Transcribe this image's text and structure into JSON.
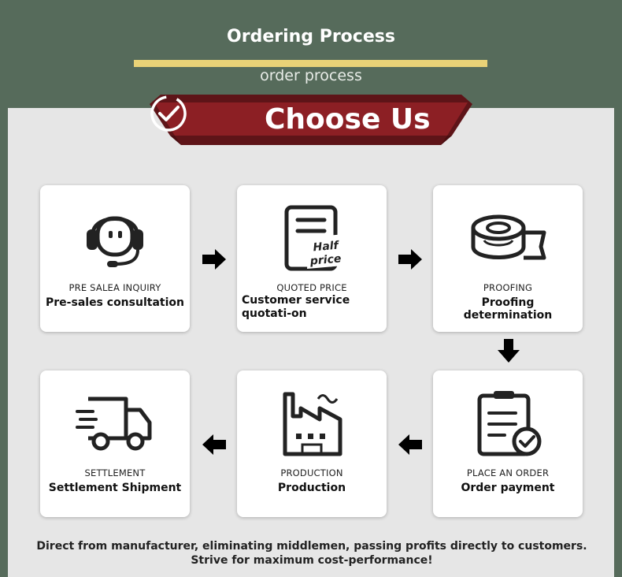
{
  "header": {
    "title": "Ordering Process",
    "subtitle": "order process",
    "accent_color": "#e9d277",
    "background_color": "#566b5b"
  },
  "banner": {
    "title": "Choose Us",
    "icon": "check-circle-icon",
    "color": "#8c1f24"
  },
  "steps": [
    {
      "sub": "PRE SALEA INQUIRY",
      "main": "Pre-sales consultation",
      "icon": "headset-icon"
    },
    {
      "sub": "QUOTED PRICE",
      "main": "Customer service quotati-on",
      "icon": "quote-document-icon",
      "badge": "Half price"
    },
    {
      "sub": "PROOFING",
      "main": "Proofing determination",
      "icon": "tape-roll-icon"
    },
    {
      "sub": "PLACE AN ORDER",
      "main": "Order payment",
      "icon": "clipboard-check-icon"
    },
    {
      "sub": "PRODUCTION",
      "main": "Production",
      "icon": "factory-icon"
    },
    {
      "sub": "SETTLEMENT",
      "main": "Settlement Shipment",
      "icon": "delivery-truck-icon"
    }
  ],
  "footer": {
    "text": "Direct from manufacturer, eliminating middlemen, passing profits directly to customers. Strive for maximum cost-performance!"
  }
}
